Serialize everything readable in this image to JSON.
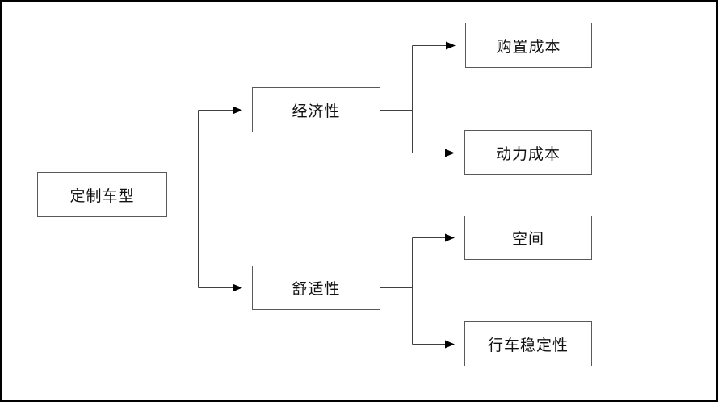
{
  "diagram": {
    "title": "custom-car-model-criteria-tree",
    "nodes": [
      {
        "id": "root",
        "label": "定制车型",
        "level": 1
      },
      {
        "id": "economy",
        "label": "经济性",
        "level": 2,
        "parent": "root"
      },
      {
        "id": "comfort",
        "label": "舒适性",
        "level": 2,
        "parent": "root"
      },
      {
        "id": "purchase-cost",
        "label": "购置成本",
        "level": 3,
        "parent": "economy"
      },
      {
        "id": "power-cost",
        "label": "动力成本",
        "level": 3,
        "parent": "economy"
      },
      {
        "id": "space",
        "label": "空间",
        "level": 3,
        "parent": "comfort"
      },
      {
        "id": "driving-stability",
        "label": "行车稳定性",
        "level": 3,
        "parent": "comfort"
      }
    ],
    "edges": [
      {
        "from": "root",
        "to": "economy",
        "arrow": true
      },
      {
        "from": "root",
        "to": "comfort",
        "arrow": true
      },
      {
        "from": "economy",
        "to": "purchase-cost",
        "arrow": true
      },
      {
        "from": "economy",
        "to": "power-cost",
        "arrow": true
      },
      {
        "from": "comfort",
        "to": "space",
        "arrow": true
      },
      {
        "from": "comfort",
        "to": "driving-stability",
        "arrow": true
      }
    ],
    "colors": {
      "background": "#ffffff",
      "outer_border": "#000000",
      "box_border": "#595959",
      "line": "#404040",
      "arrowhead": "#000000",
      "text": "#111111"
    }
  }
}
